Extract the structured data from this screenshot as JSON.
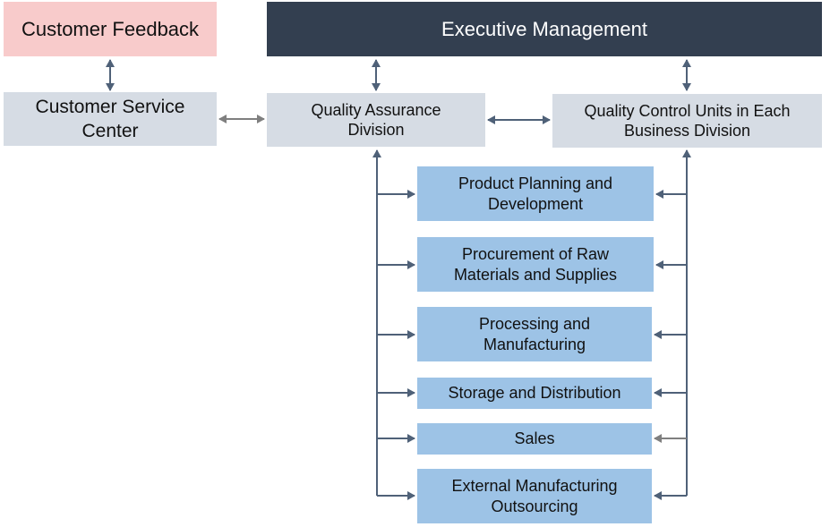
{
  "colors": {
    "feedback_bg": "#f8cbcb",
    "executive_bg": "#333f50",
    "executive_text": "#ffffff",
    "light_box_bg": "#d6dce4",
    "process_box_bg": "#9dc3e6",
    "connector_blue": "#4f6178",
    "connector_gray": "#7f7f7f"
  },
  "nodes": {
    "customer_feedback": "Customer Feedback",
    "executive_management": "Executive Management",
    "customer_service_center": "Customer Service\nCenter",
    "quality_assurance_division": "Quality Assurance\nDivision",
    "quality_control_units": "Quality Control Units in Each\nBusiness Division"
  },
  "processes": [
    {
      "label": "Product Planning and\nDevelopment"
    },
    {
      "label": "Procurement of Raw\nMaterials and Supplies"
    },
    {
      "label": "Processing and\nManufacturing"
    },
    {
      "label": "Storage and Distribution"
    },
    {
      "label": "Sales"
    },
    {
      "label": "External Manufacturing\nOutsourcing"
    }
  ]
}
